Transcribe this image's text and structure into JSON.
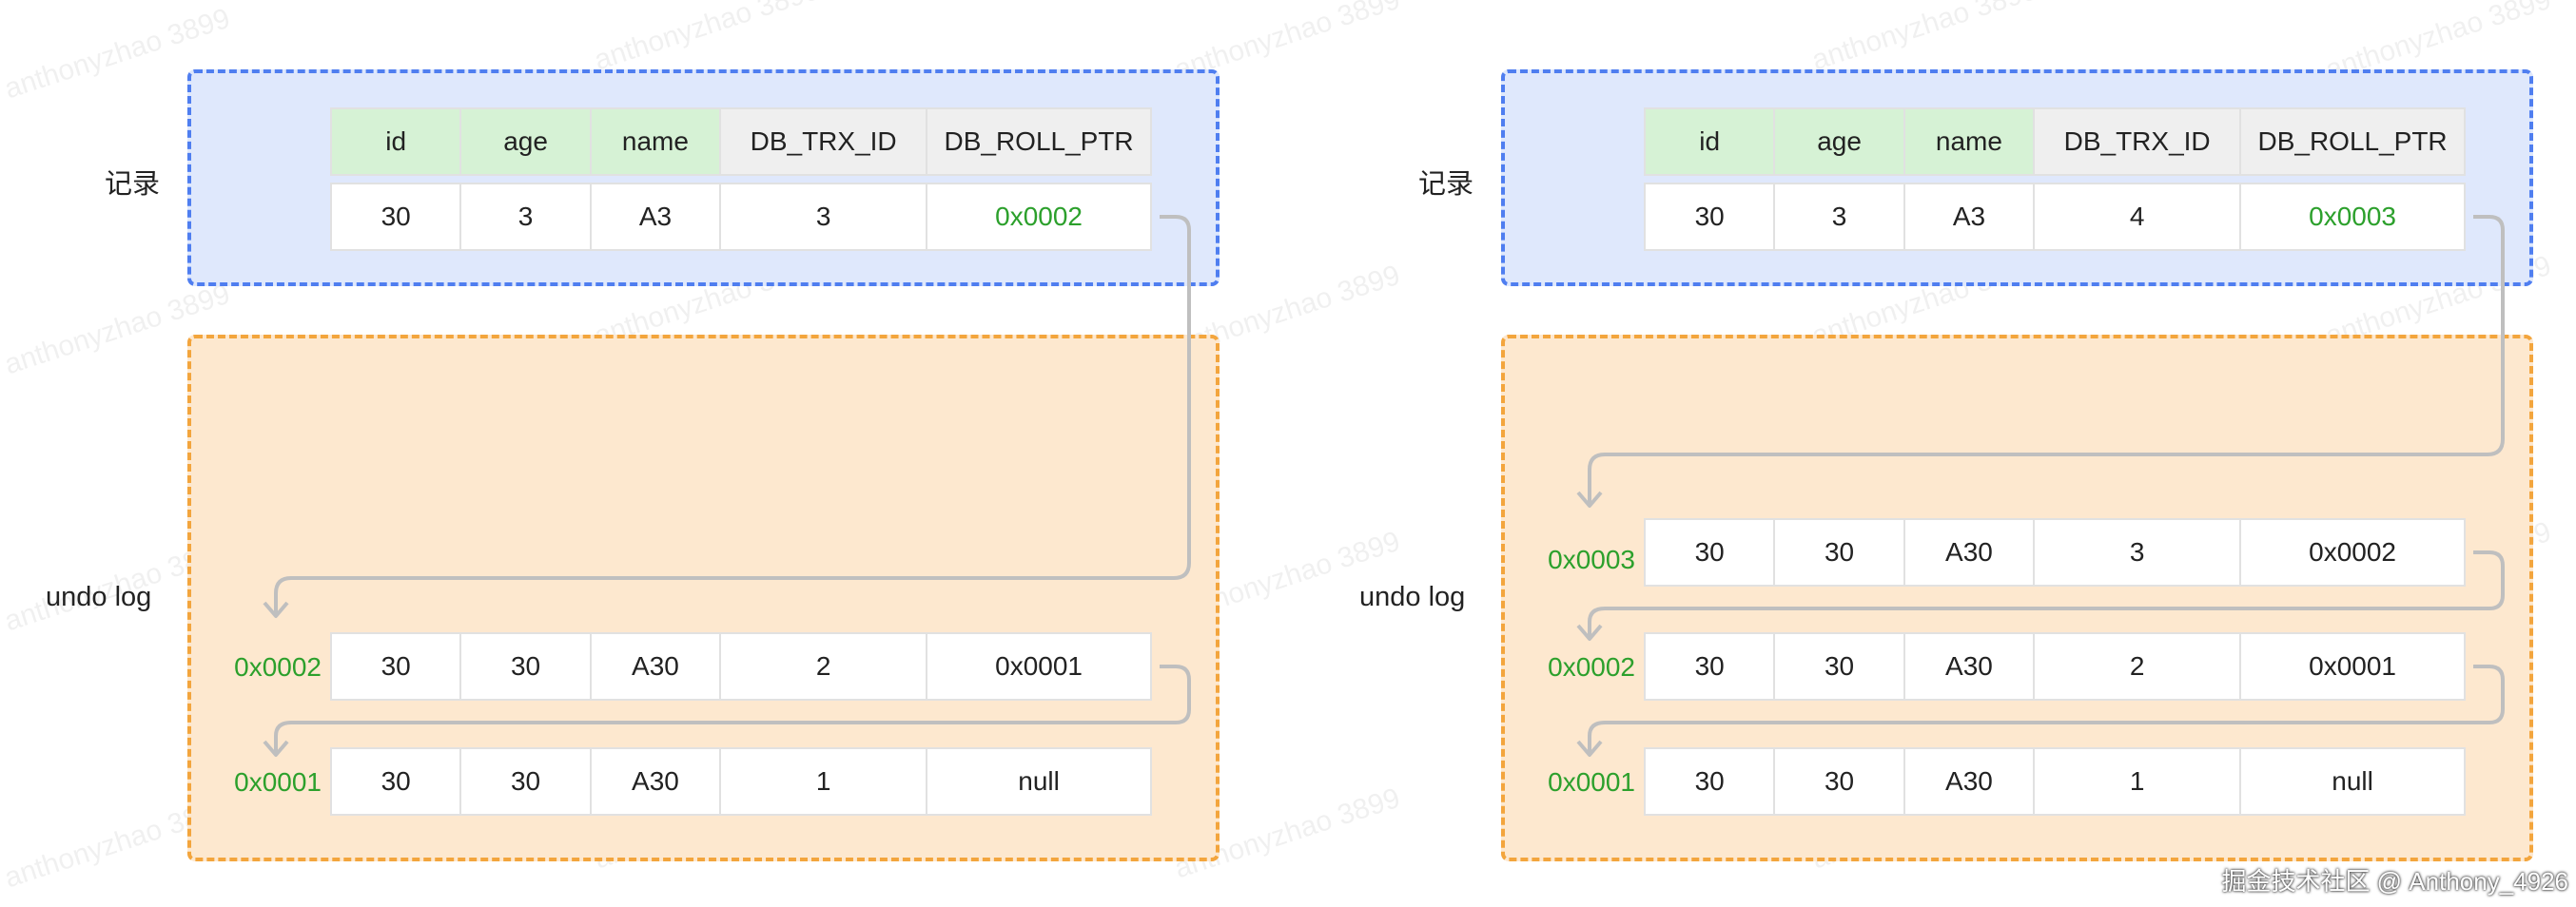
{
  "labels": {
    "record": "记录",
    "undo_log": "undo log"
  },
  "columns": [
    "id",
    "age",
    "name",
    "DB_TRX_ID",
    "DB_ROLL_PTR"
  ],
  "panels": [
    {
      "record": [
        "30",
        "3",
        "A3",
        "3",
        "0x0002"
      ],
      "undo_rows": [
        {
          "addr": "0x0002",
          "cells": [
            "30",
            "30",
            "A30",
            "2",
            "0x0001"
          ]
        },
        {
          "addr": "0x0001",
          "cells": [
            "30",
            "30",
            "A30",
            "1",
            "null"
          ]
        }
      ]
    },
    {
      "record": [
        "30",
        "3",
        "A3",
        "4",
        "0x0003"
      ],
      "undo_rows": [
        {
          "addr": "0x0003",
          "cells": [
            "30",
            "30",
            "A30",
            "3",
            "0x0002"
          ]
        },
        {
          "addr": "0x0002",
          "cells": [
            "30",
            "30",
            "A30",
            "2",
            "0x0001"
          ]
        },
        {
          "addr": "0x0001",
          "cells": [
            "30",
            "30",
            "A30",
            "1",
            "null"
          ]
        }
      ]
    }
  ],
  "watermark": "anthonyzhao 3899",
  "footer": "掘金技术社区 @ Anthony_4926",
  "colors": {
    "record_region": "#dfe8fc",
    "record_border": "#4f7ef0",
    "undo_region": "#fde8cf",
    "undo_border": "#f3a53d",
    "pointer_text": "#2ca02c",
    "header_green": "#d6f2d5",
    "header_gray": "#efefef"
  }
}
